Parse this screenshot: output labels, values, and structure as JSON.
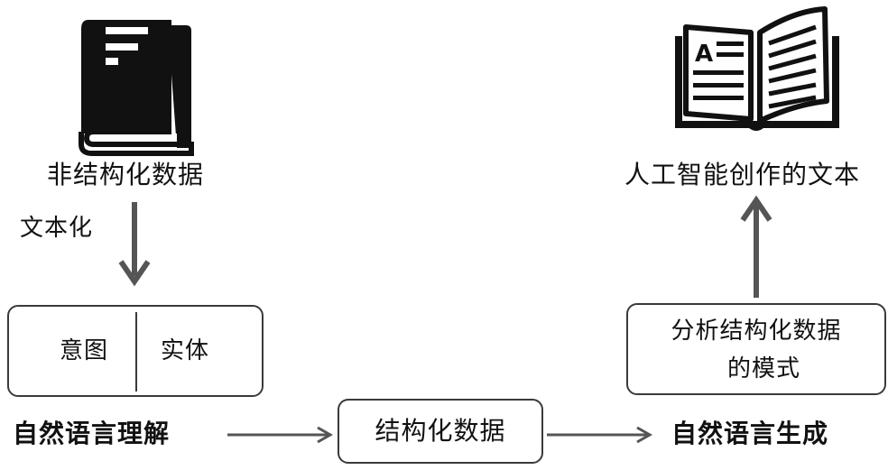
{
  "nodes": {
    "unstructured_data": "非结构化数据",
    "textualize": "文本化",
    "intent": "意图",
    "entity": "实体",
    "nlu": "自然语言理解",
    "structured_data": "结构化数据",
    "nlg": "自然语言生成",
    "analyze_pattern_line1": "分析结构化数据",
    "analyze_pattern_line2": "的模式",
    "ai_text": "人工智能创作的文本"
  },
  "icons": {
    "closed_book": "closed-book-icon",
    "open_book": "open-book-icon"
  },
  "colors": {
    "arrow": "#555555",
    "icon": "#111111",
    "border": "#3a3a3a"
  }
}
